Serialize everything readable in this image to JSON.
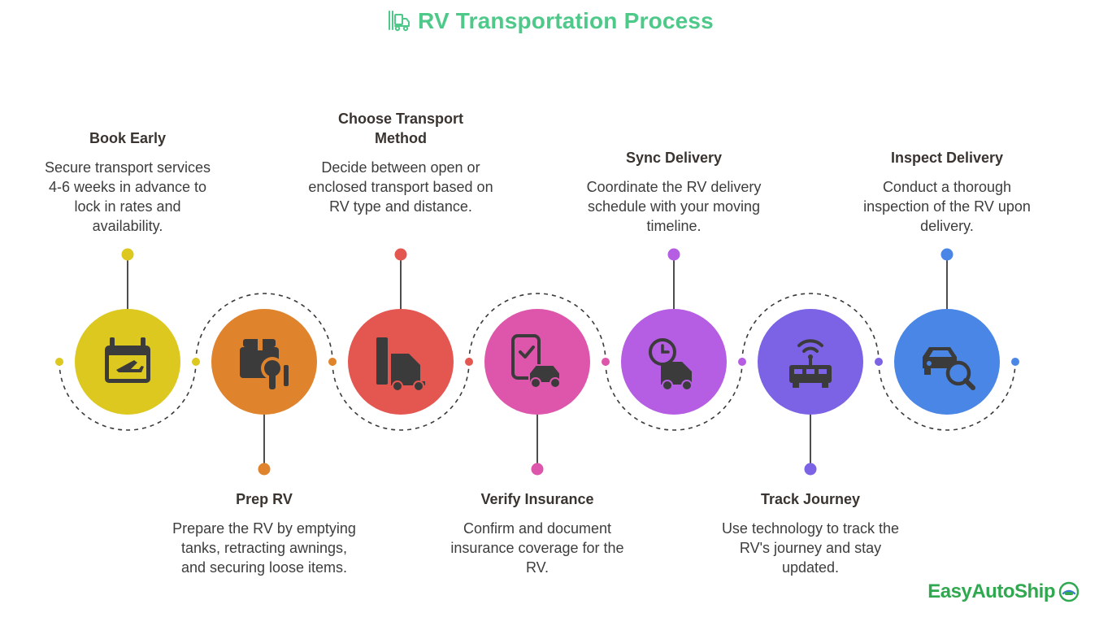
{
  "header": {
    "title": "RV Transportation Process",
    "icon": "rv-transport-icon",
    "color": "#4ec98a"
  },
  "steps": [
    {
      "title": "Book Early",
      "desc": "Secure transport services 4-6 weeks in advance to lock in rates and availability.",
      "color": "#dcc81f",
      "icon": "calendar-plane-icon",
      "label_position": "top"
    },
    {
      "title": "Prep RV",
      "desc": "Prepare the RV by emptying tanks, retracting awnings, and securing loose items.",
      "color": "#e0832d",
      "icon": "box-wrench-icon",
      "label_position": "bottom"
    },
    {
      "title": "Choose Transport Method",
      "desc": "Decide between open or enclosed transport based on RV type and distance.",
      "color": "#e45751",
      "icon": "truck-icon",
      "label_position": "top"
    },
    {
      "title": "Verify Insurance",
      "desc": "Confirm and document insurance coverage for the RV.",
      "color": "#de56ab",
      "icon": "phone-car-check-icon",
      "label_position": "bottom"
    },
    {
      "title": "Sync Delivery",
      "desc": "Coordinate the RV delivery schedule with your moving timeline.",
      "color": "#b55de3",
      "icon": "clock-van-icon",
      "label_position": "top"
    },
    {
      "title": "Track Journey",
      "desc": "Use technology to track the RV's journey and stay updated.",
      "color": "#7c63e6",
      "icon": "tracking-bus-icon",
      "label_position": "bottom"
    },
    {
      "title": "Inspect Delivery",
      "desc": "Conduct a thorough inspection of the RV upon delivery.",
      "color": "#4a86e6",
      "icon": "car-magnifier-icon",
      "label_position": "top"
    }
  ],
  "brand": {
    "name": "EasyAutoShip",
    "color": "#2fa84f",
    "icon": "brand-logo-icon"
  }
}
